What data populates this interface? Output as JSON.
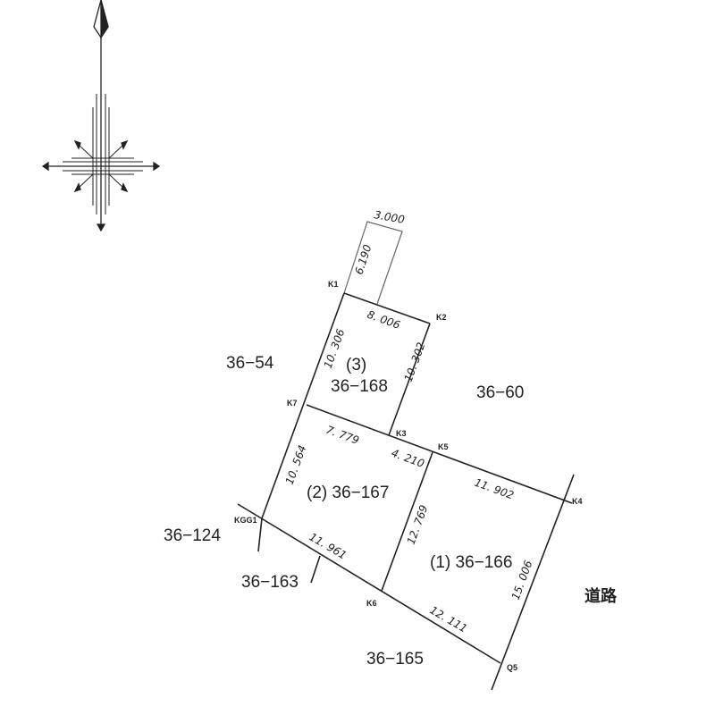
{
  "compass": {
    "icon": "north-arrow-icon"
  },
  "points": {
    "K1": "K1",
    "K2": "K2",
    "K3": "K3",
    "K4": "K4",
    "K5": "K5",
    "K6": "K6",
    "K7": "K7",
    "KGG1": "KGG1",
    "Q5": "Q5"
  },
  "dimensions": {
    "top_width": "3.000",
    "top_height": "6.190",
    "k1_k2": "8. 006",
    "k1_k7": "10. 306",
    "k2_k3": "10. 302",
    "k7_k3": "7. 779",
    "k3_k5": "4. 210",
    "k7_kgg1": "10. 564",
    "k5_k4": "11. 902",
    "k5_k6": "12. 769",
    "kgg1_k6": "11. 961",
    "k6_q5": "12. 111",
    "k4_q5": "15. 006"
  },
  "parcels": {
    "p3_num": "(3)",
    "p3_id": "36−168",
    "p2": "(2) 36−167",
    "p1": "(1) 36−166"
  },
  "neighbors": [
    "36−54",
    "36−60",
    "36−124",
    "36−163",
    "36−165"
  ],
  "road": "道路"
}
